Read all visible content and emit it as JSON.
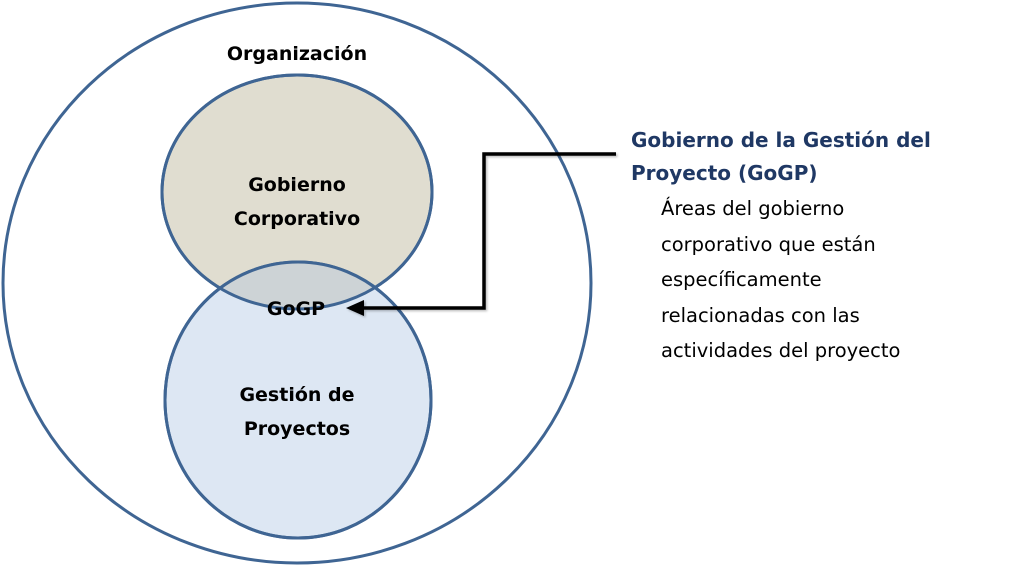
{
  "diagram": {
    "outer": {
      "label": "Organización"
    },
    "top_circle": {
      "label_line1": "Gobierno",
      "label_line2": "Corporativo"
    },
    "bottom_circle": {
      "label_line1": "Gestión de",
      "label_line2": "Proyectos"
    },
    "intersection": {
      "label": "GoGP"
    },
    "callout": {
      "title_line1": "Gobierno de la Gestión del",
      "title_line2": "Proyecto (GoGP)",
      "body_lines": [
        "Áreas del gobierno",
        "corporativo que están",
        "específicamente",
        "relacionadas con las",
        "actividades del proyecto"
      ]
    },
    "colors": {
      "outline": "#3f6593",
      "top_fill": "#e0ddd0",
      "bottom_fill": "#dde7f3",
      "intersection_fill": "#cdd3d6",
      "title": "#1f3864",
      "connector": "#000000"
    }
  }
}
